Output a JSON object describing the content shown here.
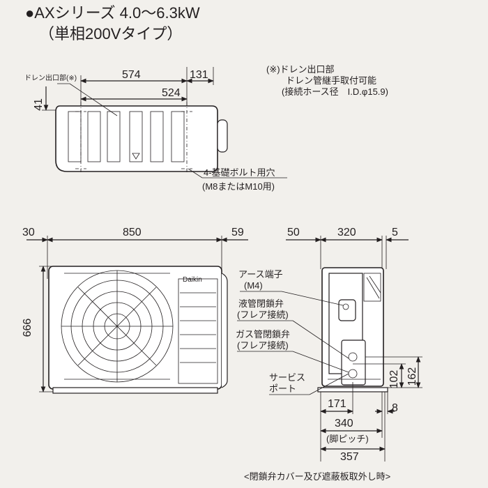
{
  "title": {
    "series": "●AXシリーズ 4.0〜6.3kW",
    "type": "（単相200Vタイプ）"
  },
  "top_view": {
    "drain_label": "ドレン出口部(※)",
    "dim_574": "574",
    "dim_131": "131",
    "dim_524": "524",
    "dim_41": "41",
    "note": [
      "(※)ドレン出口部",
      "ドレン管継手取付可能",
      "(接続ホース径　I.D.φ15.9)"
    ],
    "bolt_label": [
      "4-基礎ボルト用穴",
      "(M8またはM10用)"
    ]
  },
  "front_view": {
    "dim_30": "30",
    "dim_850": "850",
    "dim_59": "59",
    "dim_666": "666",
    "brand": "Daikin"
  },
  "side_view": {
    "dim_50": "50",
    "dim_320": "320",
    "dim_5": "5",
    "earth_label": [
      "アース端子",
      "(M4)"
    ],
    "liquid_label": [
      "液管閉鎖弁",
      "(フレア接続)"
    ],
    "gas_label": [
      "ガス管閉鎖弁",
      "(フレア接続)"
    ],
    "service_label": [
      "サービス",
      "ポート"
    ],
    "dim_102": "102",
    "dim_162": "162",
    "dim_171": "171",
    "dim_8": "8",
    "dim_340": "340",
    "pitch_label": "(脚ピッチ)",
    "dim_357": "357",
    "caption": "<閉鎖弁カバー及び遮蔽板取外し時>"
  }
}
